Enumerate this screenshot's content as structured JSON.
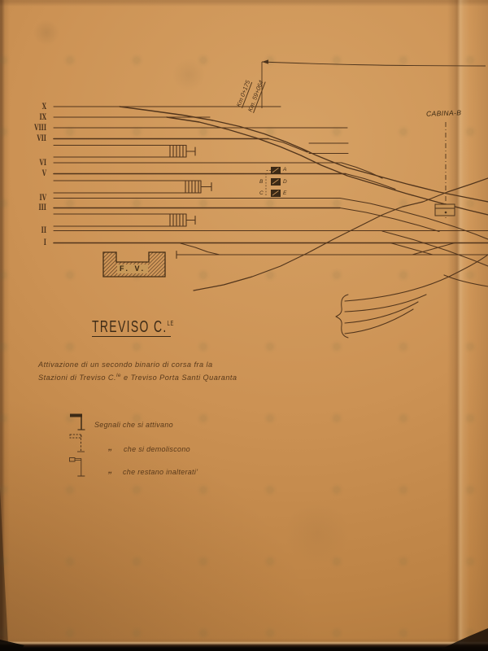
{
  "station": {
    "title": "TREVISO C.",
    "title_sup": "LE",
    "subtitle_line1": "Attivazione di un secondo binario di corsa fra la",
    "subtitle_line2_pre": "Stazioni di Treviso C.",
    "subtitle_line2_sup": "le",
    "subtitle_line2_post": " e Treviso Porta Santi Quaranta"
  },
  "cabina_label": "CABINA-B",
  "building_label": "F. V.",
  "km_labels": [
    "Km 0+175",
    "Km. 59+064"
  ],
  "tracks": [
    {
      "label": "X"
    },
    {
      "label": "IX"
    },
    {
      "label": "VIII"
    },
    {
      "label": "VII"
    },
    {
      "label": "VI"
    },
    {
      "label": "V"
    },
    {
      "label": "IV"
    },
    {
      "label": "III"
    },
    {
      "label": "II"
    },
    {
      "label": "I"
    }
  ],
  "signal_cluster": {
    "a": "A",
    "b": "B",
    "c": "C",
    "d": "D",
    "e": "E"
  },
  "legend": {
    "items": [
      {
        "ditto": "",
        "text": "Segnali che si attivano"
      },
      {
        "ditto": "„",
        "text": "che si demoliscono"
      },
      {
        "ditto": "„",
        "text": "che restano inalterati’"
      }
    ]
  },
  "colors": {
    "paper": "#cc9254",
    "ink": "#52351c"
  }
}
